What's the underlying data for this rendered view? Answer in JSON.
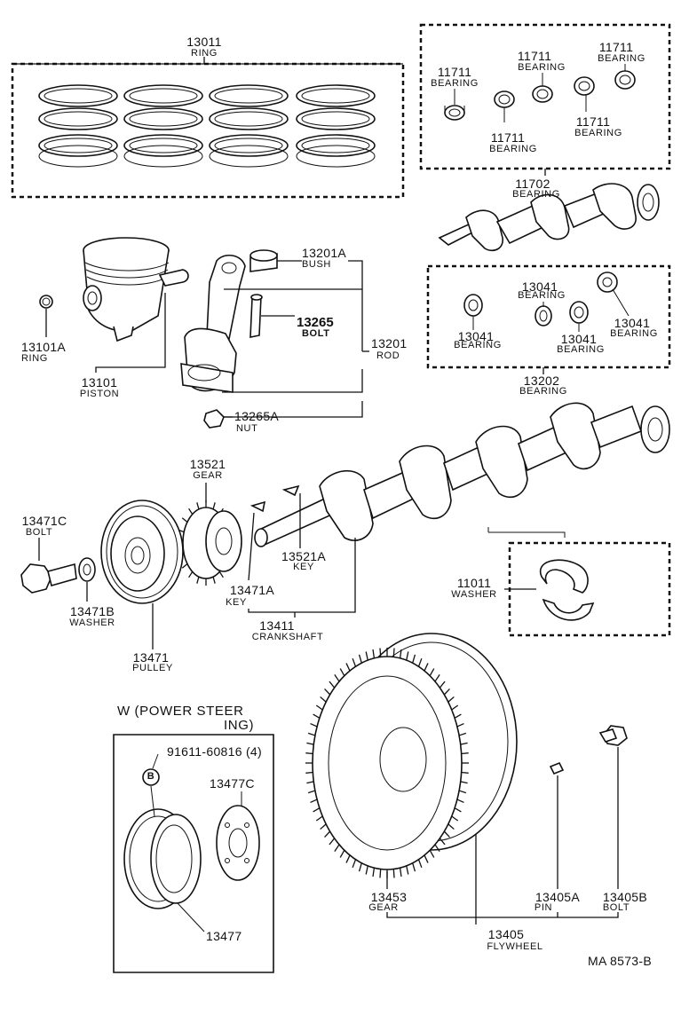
{
  "diagram_code": "MA 8573-B",
  "callouts": {
    "ring": {
      "part": "13011",
      "name": "RING"
    },
    "bearing_upper_1": {
      "part": "11711",
      "name": "BEARING"
    },
    "bearing_upper_2": {
      "part": "11711",
      "name": "BEARING"
    },
    "bearing_upper_3": {
      "part": "11711",
      "name": "BEARING"
    },
    "bearing_upper_4": {
      "part": "11711",
      "name": "BEARING"
    },
    "bearing_upper_5": {
      "part": "11711",
      "name": "BEARING"
    },
    "bearing_set_main": {
      "part": "11702",
      "name": "BEARING"
    },
    "bush": {
      "part": "13201A",
      "name": "BUSH"
    },
    "rod_bolt": {
      "part": "13265",
      "name": "BOLT"
    },
    "rod": {
      "part": "13201",
      "name": "ROD"
    },
    "rod_nut": {
      "part": "13265A",
      "name": "NUT"
    },
    "piston_ring_clip": {
      "part": "13101A",
      "name": "RING"
    },
    "piston": {
      "part": "13101",
      "name": "PISTON"
    },
    "rod_bearing_1": {
      "part": "13041",
      "name": "BEARING"
    },
    "rod_bearing_2": {
      "part": "13041",
      "name": "BEARING"
    },
    "rod_bearing_3": {
      "part": "13041",
      "name": "BEARING"
    },
    "rod_bearing_4": {
      "part": "13041",
      "name": "BEARING"
    },
    "rod_bearing_set": {
      "part": "13202",
      "name": "BEARING"
    },
    "gear": {
      "part": "13521",
      "name": "GEAR"
    },
    "pulley_bolt": {
      "part": "13471C",
      "name": "BOLT"
    },
    "gear_key": {
      "part": "13521A",
      "name": "KEY"
    },
    "pulley_key": {
      "part": "13471A",
      "name": "KEY"
    },
    "thrust_washer": {
      "part": "11011",
      "name": "WASHER"
    },
    "washer": {
      "part": "13471B",
      "name": "WASHER"
    },
    "crankshaft": {
      "part": "13411",
      "name": "CRANKSHAFT"
    },
    "pulley": {
      "part": "13471",
      "name": "PULLEY"
    },
    "ring_gear": {
      "part": "13453",
      "name": "GEAR"
    },
    "flywheel_pin": {
      "part": "13405A",
      "name": "PIN"
    },
    "flywheel_bolt": {
      "part": "13405B",
      "name": "BOLT"
    },
    "flywheel": {
      "part": "13405",
      "name": "FLYWHEEL"
    }
  },
  "power_steering_inset": {
    "title_line1": "W (POWER STEER",
    "title_line2": "ING)",
    "bolt_ref": "91611-60816 (4)",
    "bolt_marker": "B",
    "plate_part": "13477C",
    "pulley_part": "13477"
  }
}
